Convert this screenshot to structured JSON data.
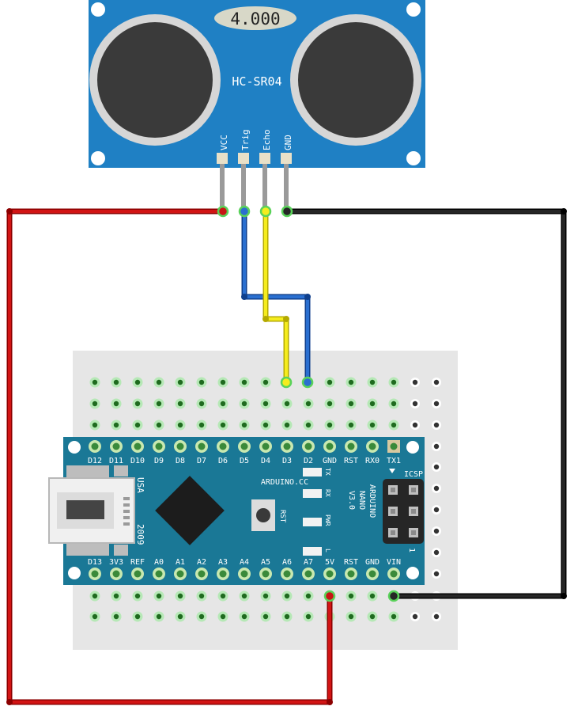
{
  "sensor": {
    "model": "HC-SR04",
    "crystal": "4.000",
    "pins": [
      "VCC",
      "Trig",
      "Echo",
      "GND"
    ]
  },
  "board": {
    "brand": "ARDUINO.CC",
    "name_lines": [
      "ARDUINO",
      "NANO",
      "V3.0"
    ],
    "usa": "USA",
    "year": "2009",
    "rst": "RST",
    "icsp": "ICSP",
    "icsp_pin1": "1",
    "leds": [
      "TX",
      "RX",
      "PWR",
      "L"
    ],
    "top_pins": [
      "D12",
      "D11",
      "D10",
      "D9",
      "D8",
      "D7",
      "D6",
      "D5",
      "D4",
      "D3",
      "D2",
      "GND",
      "RST",
      "RX0",
      "TX1"
    ],
    "bottom_pins": [
      "D13",
      "3V3",
      "REF",
      "A0",
      "A1",
      "A2",
      "A3",
      "A4",
      "A5",
      "A6",
      "A7",
      "5V",
      "RST",
      "GND",
      "VIN"
    ]
  },
  "colors": {
    "sensor_pcb": "#1f80c4",
    "nano_pcb": "#1a7896",
    "breadboard": "#e6e6e6",
    "wire_power": "#c81414",
    "wire_ground": "#141414",
    "wire_trig": "#1e64c8",
    "wire_echo": "#f0e614",
    "pin_glow": "#5ad25a"
  }
}
